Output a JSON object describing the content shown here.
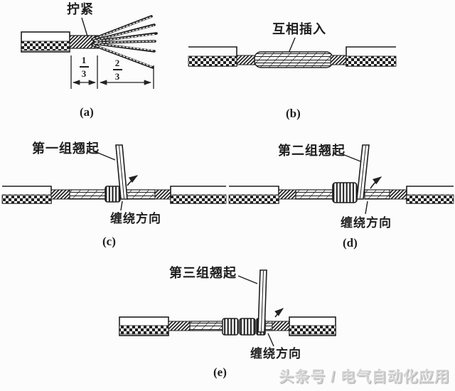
{
  "figure": {
    "title_semantic": "stranded-wire splice procedure diagram",
    "colors": {
      "ink": "#1e1e1e",
      "background": "#fcfcfc",
      "watermark": "#d3d3d3"
    },
    "panels": {
      "a": {
        "tag": "(a)",
        "note_twist": "拧紧",
        "frac_left": {
          "num": "1",
          "den": "3"
        },
        "frac_right": {
          "num": "2",
          "den": "3"
        }
      },
      "b": {
        "tag": "(b)",
        "note_insert": "互相插入"
      },
      "c": {
        "tag": "(c)",
        "note_lift": "第一组翘起",
        "note_dir": "缠绕方向"
      },
      "d": {
        "tag": "(d)",
        "note_lift": "第二组翘起",
        "note_dir": "缠绕方向"
      },
      "e": {
        "tag": "(e)",
        "note_lift": "第三组翘起",
        "note_dir": "缠绕方向"
      }
    },
    "watermark": "头条号 / 电气自动化应用"
  }
}
